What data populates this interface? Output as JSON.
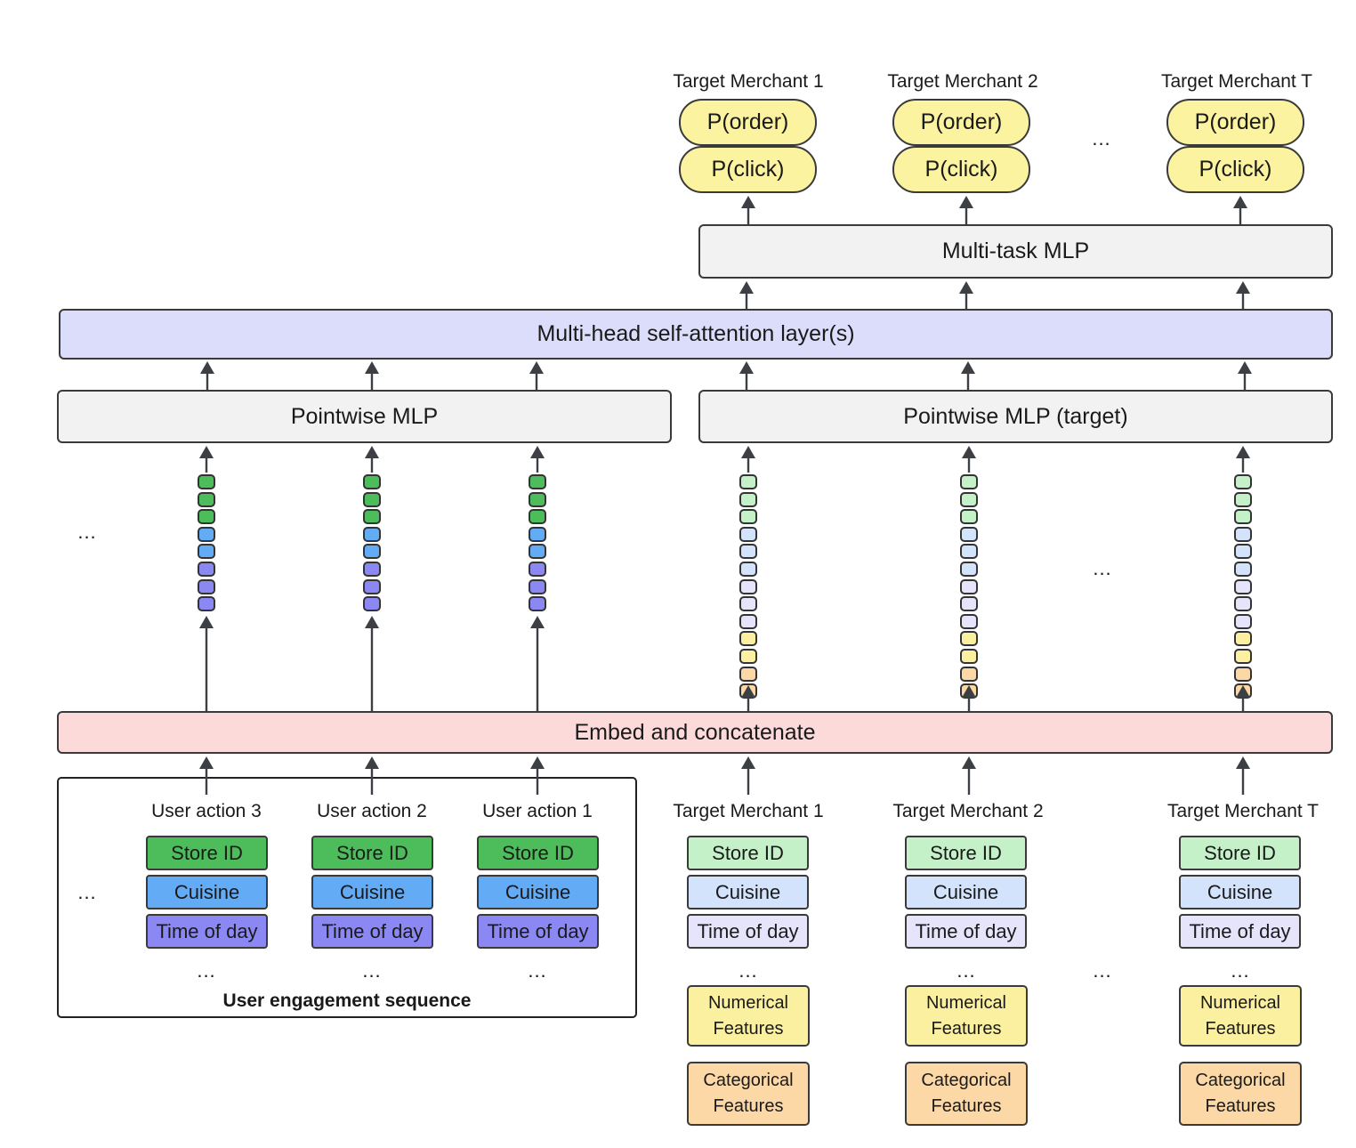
{
  "outputs": {
    "merchants": [
      {
        "label": "Target Merchant 1",
        "order": "P(order)",
        "click": "P(click)"
      },
      {
        "label": "Target Merchant 2",
        "order": "P(order)",
        "click": "P(click)"
      },
      {
        "label": "Target Merchant T",
        "order": "P(order)",
        "click": "P(click)"
      }
    ],
    "ellipsis": "..."
  },
  "layers": {
    "multitask": "Multi-task MLP",
    "attention": "Multi-head self-attention layer(s)",
    "pointwise": "Pointwise MLP",
    "pointwise_target": "Pointwise MLP (target)",
    "embed": "Embed and concatenate"
  },
  "ellipsis": "...",
  "user_actions": [
    {
      "label": "User action 3",
      "store": "Store ID",
      "cuisine": "Cuisine",
      "time": "Time of day",
      "more": "..."
    },
    {
      "label": "User action 2",
      "store": "Store ID",
      "cuisine": "Cuisine",
      "time": "Time of day",
      "more": "..."
    },
    {
      "label": "User action 1",
      "store": "Store ID",
      "cuisine": "Cuisine",
      "time": "Time of day",
      "more": "..."
    }
  ],
  "user_sequence_label": "User engagement sequence",
  "target_merchants": [
    {
      "label": "Target Merchant 1",
      "store": "Store ID",
      "cuisine": "Cuisine",
      "time": "Time of day",
      "more": "...",
      "numerical": "Numerical Features",
      "categorical": "Categorical Features"
    },
    {
      "label": "Target Merchant 2",
      "store": "Store ID",
      "cuisine": "Cuisine",
      "time": "Time of day",
      "more": "...",
      "numerical": "Numerical Features",
      "categorical": "Categorical Features"
    },
    {
      "label": "Target Merchant T",
      "store": "Store ID",
      "cuisine": "Cuisine",
      "time": "Time of day",
      "more": "...",
      "numerical": "Numerical Features",
      "categorical": "Categorical Features"
    }
  ],
  "colors": {
    "store_user": "#4dbd5b",
    "cuisine_user": "#63abf4",
    "time_user": "#8c88f3",
    "store_target": "#c5f1c9",
    "cuisine_target": "#d3e3fb",
    "time_target": "#e6e4fb",
    "numerical": "#fbf0a0",
    "categorical": "#fcd8a6",
    "attention": "#dcdcfb",
    "embed": "#fcdada",
    "mlp": "#f2f2f3",
    "output": "#fbf3a0"
  }
}
